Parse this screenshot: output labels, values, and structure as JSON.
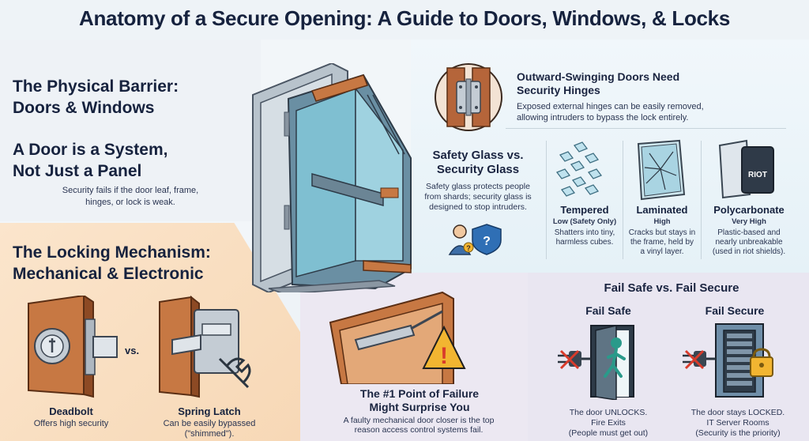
{
  "title": "Anatomy of a Secure Opening: A Guide to Doors, Windows, & Locks",
  "barrier": {
    "heading_line1": "The Physical Barrier:",
    "heading_line2": "Doors & Windows"
  },
  "system": {
    "heading_line1": "A Door is a System,",
    "heading_line2": "Not Just a Panel",
    "desc_line1": "Security fails if the door leaf, frame,",
    "desc_line2": "hinges, or lock is weak."
  },
  "locking": {
    "heading_line1": "The Locking Mechanism:",
    "heading_line2": "Mechanical & Electronic",
    "vs": "vs.",
    "deadbolt": {
      "name": "Deadbolt",
      "desc": "Offers high security"
    },
    "spring_latch": {
      "name": "Spring Latch",
      "desc_line1": "Can be easily bypassed",
      "desc_line2": "(\"shimmed\")."
    }
  },
  "hinges": {
    "heading_line1": "Outward-Swinging Doors Need",
    "heading_line2": "Security Hinges",
    "desc_line1": "Exposed external hinges can be easily removed,",
    "desc_line2": "allowing intruders to bypass the lock entirely."
  },
  "glass": {
    "heading_line1": "Safety Glass vs.",
    "heading_line2": "Security Glass",
    "desc_line1": "Safety glass protects people",
    "desc_line2": "from shards; security glass is",
    "desc_line3": "designed to stop intruders.",
    "types": [
      {
        "name": "Tempered",
        "level": "Low (Safety Only)",
        "desc_line1": "Shatters into tiny,",
        "desc_line2": "harmless cubes.",
        "desc_line3": ""
      },
      {
        "name": "Laminated",
        "level": "High",
        "desc_line1": "Cracks but stays in",
        "desc_line2": "the frame, held by",
        "desc_line3": "a vinyl layer."
      },
      {
        "name": "Polycarbonate",
        "level": "Very High",
        "desc_line1": "Plastic-based and",
        "desc_line2": "nearly unbreakable",
        "desc_line3": "(used in riot shields)."
      }
    ],
    "riot_label": "RIOT"
  },
  "closer": {
    "heading_line1": "The #1 Point of Failure",
    "heading_line2": "Might Surprise You",
    "desc_line1": "A faulty mechanical door closer is the top",
    "desc_line2": "reason access control systems fail."
  },
  "fail": {
    "heading": "Fail Safe vs. Fail Secure",
    "safe": {
      "name": "Fail Safe",
      "desc_line1": "The door UNLOCKS.",
      "desc_line2": "Fire Exits",
      "desc_line3": "(People must get out)"
    },
    "secure": {
      "name": "Fail Secure",
      "desc_line1": "The door stays LOCKED.",
      "desc_line2": "IT Server Rooms",
      "desc_line3": "(Security is the priority)"
    }
  },
  "colors": {
    "navy": "#16223e",
    "wood": "#b5653a",
    "metal": "#9aa6b2",
    "glass": "#6fb3c8",
    "alert": "#d93b2b",
    "warn": "#f2b531",
    "shield": "#2f6fb5"
  }
}
